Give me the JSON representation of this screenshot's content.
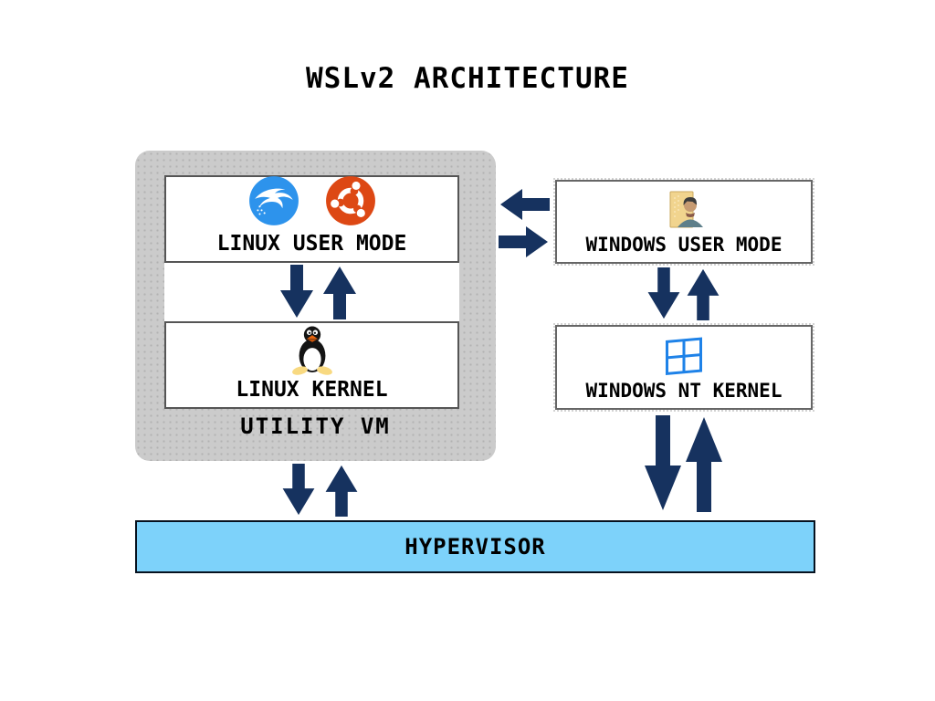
{
  "title": "WSLv2 ARCHITECTURE",
  "colors": {
    "arrow-navy": "#16325F",
    "container-gray": "#CBCBCB",
    "container-dot": "#B2B2B2",
    "hypervisor-blue": "#7DD2FA",
    "kali-blue": "#2D93EC",
    "ubuntu-orange": "#DD4814",
    "windows-blue": "#1E82E8",
    "box-border": "#555555"
  },
  "utility_vm": {
    "label": "UTILITY VM",
    "linux_user_mode": {
      "label": "LINUX USER MODE",
      "icons": [
        "kali-linux-logo",
        "ubuntu-logo"
      ]
    },
    "linux_kernel": {
      "label": "LINUX KERNEL",
      "icons": [
        "tux-penguin"
      ]
    }
  },
  "windows_user_mode": {
    "label": "WINDOWS USER MODE",
    "icons": [
      "user-folder"
    ]
  },
  "windows_nt_kernel": {
    "label": "WINDOWS NT KERNEL",
    "icons": [
      "windows-logo"
    ]
  },
  "hypervisor": {
    "label": "HYPERVISOR"
  }
}
